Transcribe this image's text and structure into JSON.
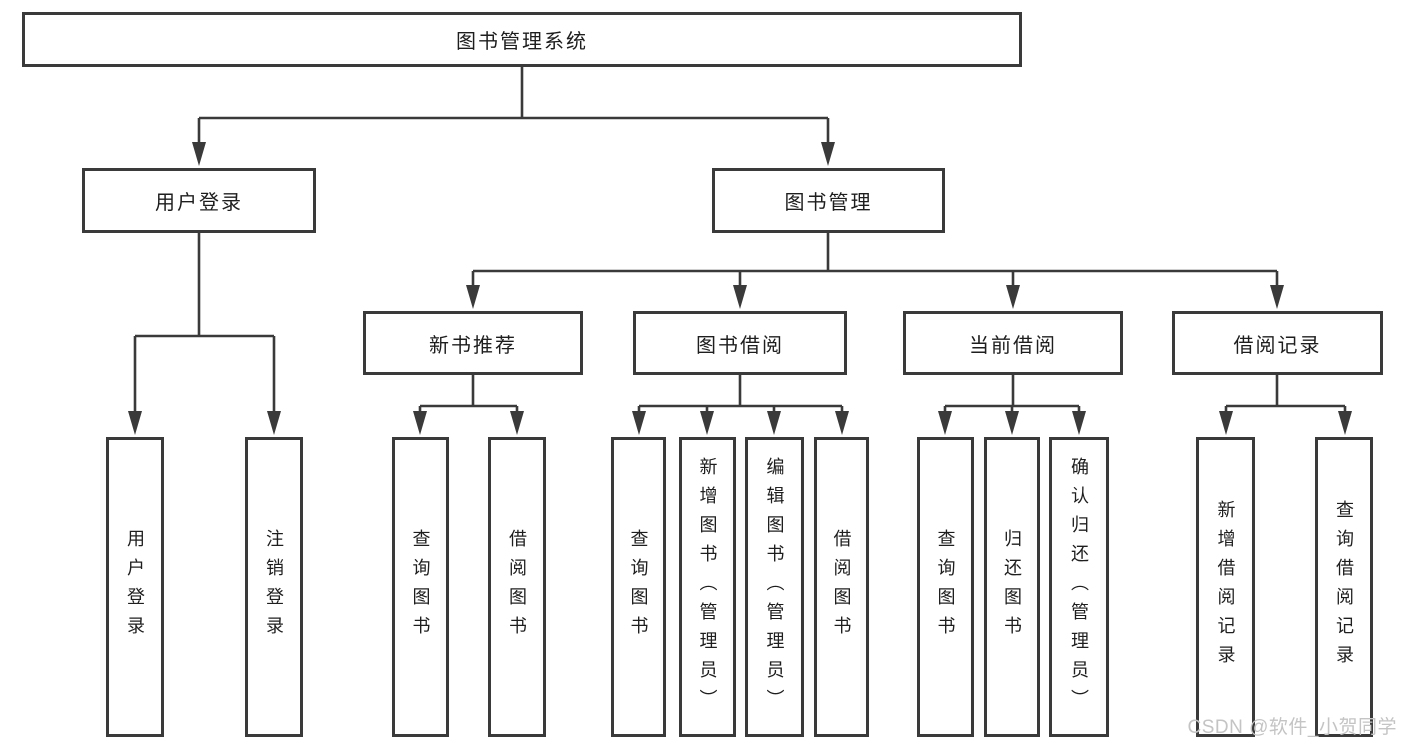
{
  "diagram": {
    "root": {
      "label": "图书管理系统"
    },
    "branches": [
      {
        "label": "用户登录",
        "children": [
          "用户登录",
          "注销登录"
        ]
      },
      {
        "label": "图书管理",
        "children": [
          {
            "label": "新书推荐",
            "children": [
              "查询图书",
              "借阅图书"
            ]
          },
          {
            "label": "图书借阅",
            "children": [
              "查询图书",
              "新增图书（管理员）",
              "编辑图书（管理员）",
              "借阅图书"
            ]
          },
          {
            "label": "当前借阅",
            "children": [
              "查询图书",
              "归还图书",
              "确认归还（管理员）"
            ]
          },
          {
            "label": "借阅记录",
            "children": [
              "新增借阅记录",
              "查询借阅记录"
            ]
          }
        ]
      }
    ]
  },
  "colors": {
    "line": "#3a3a3a",
    "text": "#1e1e1e",
    "background": "#ffffff",
    "watermark": "#c4c4c4"
  },
  "watermark": {
    "text": "CSDN @软件_小贺同学"
  }
}
